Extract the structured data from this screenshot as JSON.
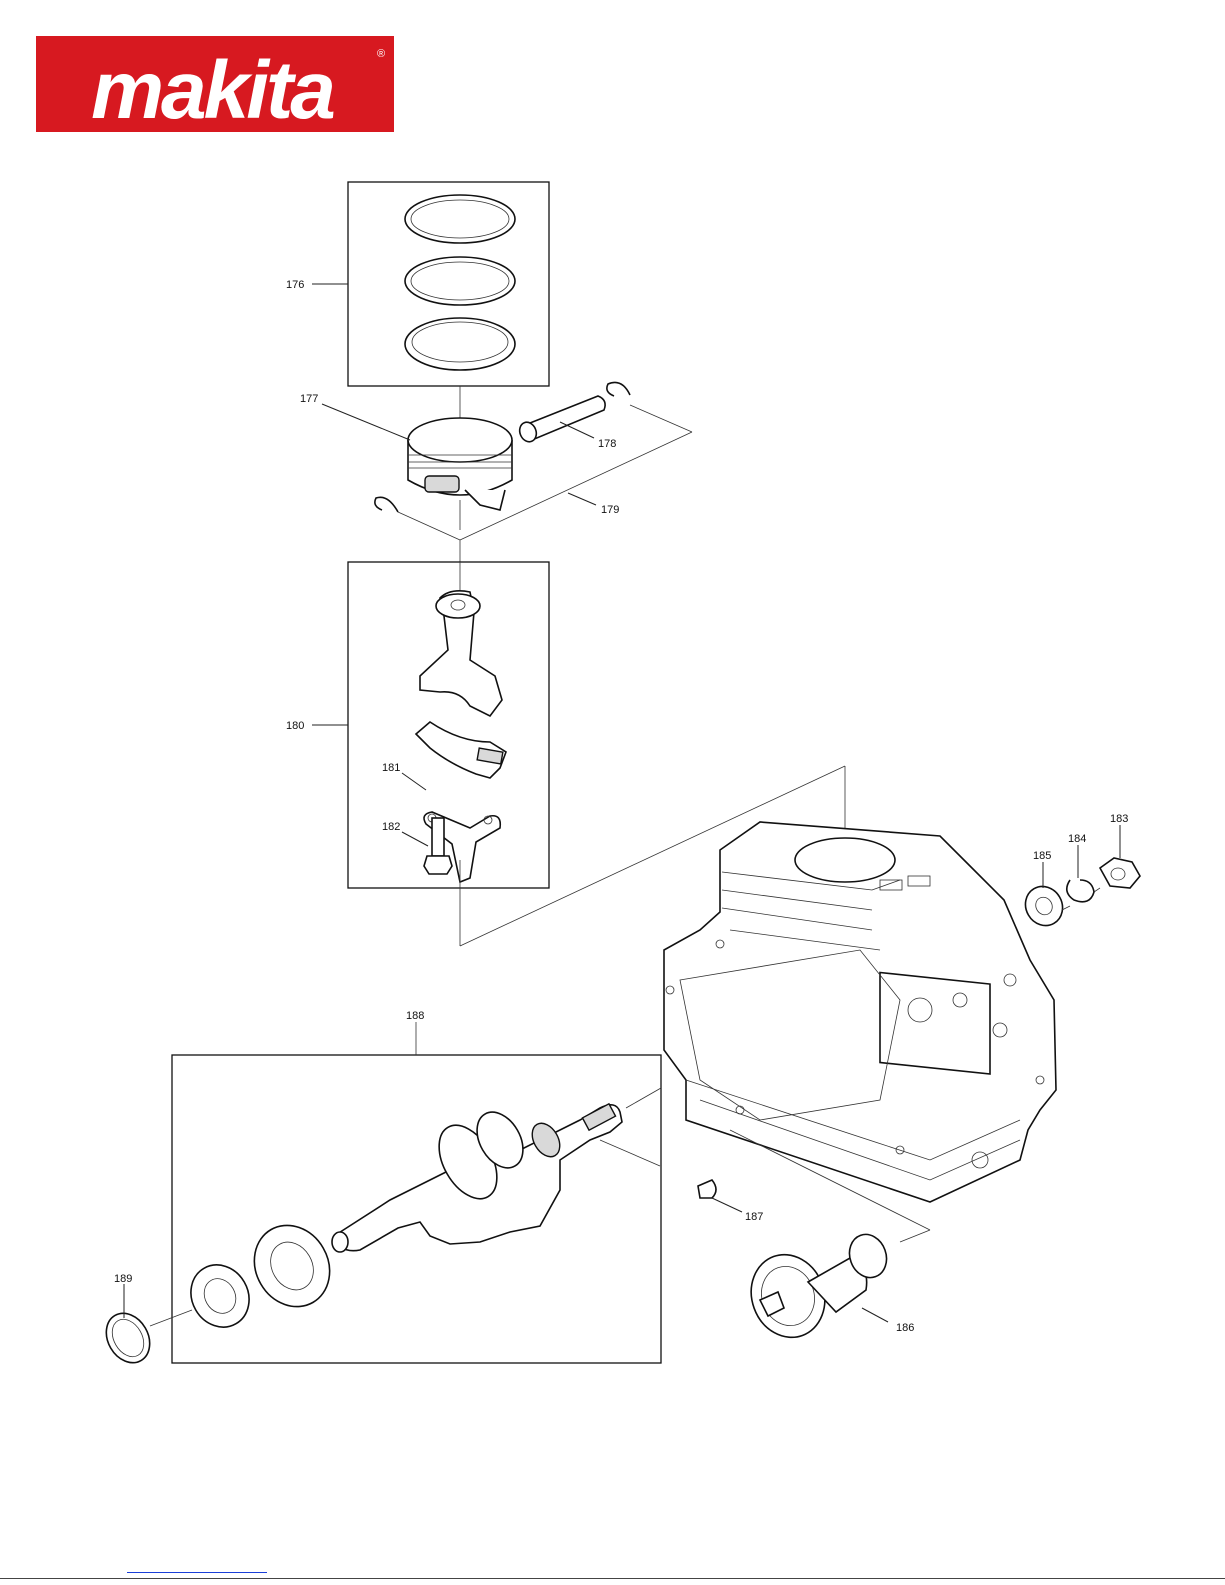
{
  "brand": {
    "name": "makita",
    "color": "#d71920",
    "text_color": "#ffffff",
    "mark": "®"
  },
  "callouts": [
    {
      "id": "176",
      "text": "176"
    },
    {
      "id": "177",
      "text": "177"
    },
    {
      "id": "178",
      "text": "178"
    },
    {
      "id": "179",
      "text": "179"
    },
    {
      "id": "180",
      "text": "180"
    },
    {
      "id": "181",
      "text": "181"
    },
    {
      "id": "182",
      "text": "182"
    },
    {
      "id": "183",
      "text": "183"
    },
    {
      "id": "184",
      "text": "184"
    },
    {
      "id": "185",
      "text": "185"
    },
    {
      "id": "186",
      "text": "186"
    },
    {
      "id": "187",
      "text": "187"
    },
    {
      "id": "188",
      "text": "188"
    },
    {
      "id": "189",
      "text": "189"
    }
  ],
  "colors": {
    "line": "#111111",
    "footer_link": "#1a3fd8"
  }
}
